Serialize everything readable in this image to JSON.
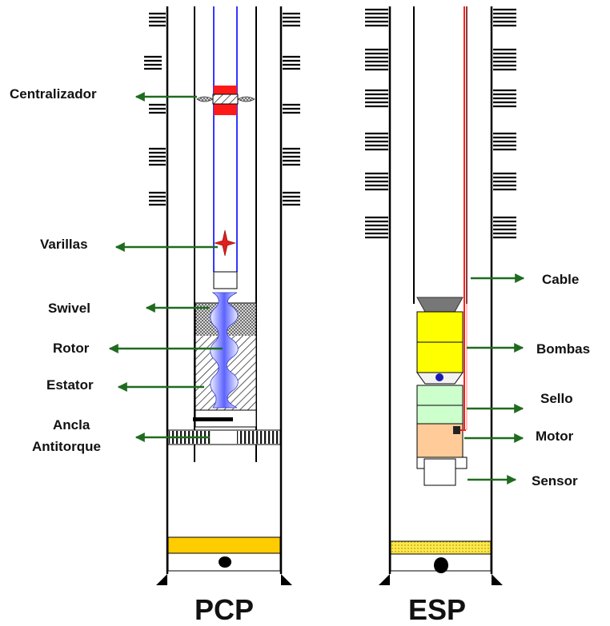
{
  "pcp": {
    "title": "PCP",
    "labels": {
      "centralizador": "Centralizador",
      "varillas": "Varillas",
      "swivel": "Swivel",
      "rotor": "Rotor",
      "estator": "Estator",
      "ancla_line1": "Ancla",
      "ancla_line2": "Antitorque"
    }
  },
  "esp": {
    "title": "ESP",
    "labels": {
      "cable": "Cable",
      "bombas": "Bombas",
      "sello": "Sello",
      "motor": "Motor",
      "sensor": "Sensor"
    }
  },
  "colors": {
    "arrow": "#1f6b1f",
    "rod": "#2020ff",
    "cable": "#ff2020",
    "centralizer": "#ff1a1a",
    "pump": "#ffff00",
    "seal": "#ccffcc",
    "motor": "#ffcc99",
    "packer_pcp": "#ffcc00",
    "packer_esp": "#ffe84a"
  },
  "icons": [
    "arrow-left-icon",
    "arrow-right-icon",
    "perforation-icon",
    "star-icon"
  ]
}
